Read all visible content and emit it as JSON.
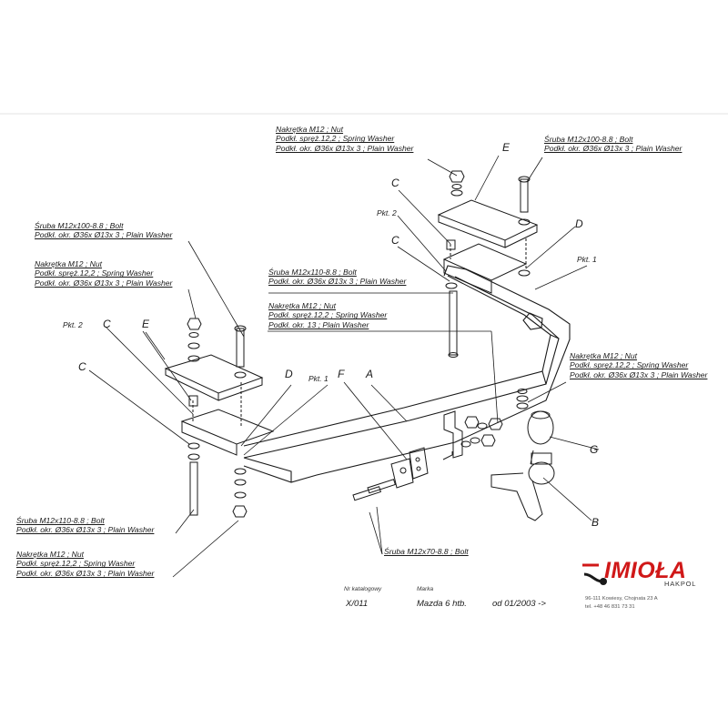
{
  "labels": {
    "nut_top": [
      "Nakrętka  M12 ; Nut",
      "Podkł. spręż.12,2 ; Spring Washer",
      "Podkł. okr.  Ø36x Ø13x 3 ; Plain Washer"
    ],
    "bolt_top_right": [
      "Śruba M12x100-8.8 ;  Bolt",
      "Podkł. okr.  Ø36x Ø13x 3 ; Plain Washer"
    ],
    "bolt_left": [
      "Śruba M12x100-8.8 ;  Bolt",
      "Podkł. okr.  Ø36x Ø13x 3 ; Plain Washer"
    ],
    "nut_left": [
      "Nakrętka  M12 ; Nut",
      "Podkł. spręż.12,2 ; Spring Washer",
      "Podkł. okr.  Ø36x Ø13x 3 ; Plain Washer"
    ],
    "bolt_mid": [
      "Śruba M12x110-8.8 ;  Bolt",
      "Podkł. okr.  Ø36x Ø13x 3 ; Plain Washer"
    ],
    "nut_mid": [
      "Nakrętka  M12 ; Nut",
      "Podkł. spręż.12,2 ; Spring Washer",
      "Podkł. okr. 13 ; Plain Washer"
    ],
    "nut_right": [
      "Nakrętka  M12 ; Nut",
      "Podkł. spręż.12,2 ; Spring Washer",
      "Podkł. okr.  Ø36x Ø13x 3 ; Plain Washer"
    ],
    "bolt_bottom_left": [
      "Śruba M12x110-8.8 ;  Bolt",
      "Podkł. okr.  Ø36x Ø13x 3 ; Plain Washer"
    ],
    "nut_bottom_left": [
      "Nakrętka  M12 ; Nut",
      "Podkł. spręż.12,2 ; Spring Washer",
      "Podkł. okr.  Ø36x Ø13x 3 ; Plain Washer"
    ],
    "bolt_bottom": [
      "Śruba M12x70-8.8 ;  Bolt"
    ]
  },
  "letters": {
    "E": "E",
    "C": "C",
    "D": "D",
    "F": "F",
    "A": "A",
    "G": "G",
    "B": "B",
    "pkt1": "Pkt. 1",
    "pkt2": "Pkt. 2"
  },
  "meta": {
    "catalog_label": "Nr katalogowy",
    "catalog_value": "X/011",
    "brand_label": "Marka",
    "brand_value": "Mazda  6  htb.",
    "date_value": "od 01/2003 ->"
  },
  "logo": {
    "name": "IMIOŁA",
    "sub": "HAKPOL",
    "address": "96-111 Kowiesy, Chojnata 23 A",
    "phone": "tel. +48 46 831 73 31"
  },
  "colors": {
    "line": "#1a1a1a",
    "brand": "#d01818"
  }
}
